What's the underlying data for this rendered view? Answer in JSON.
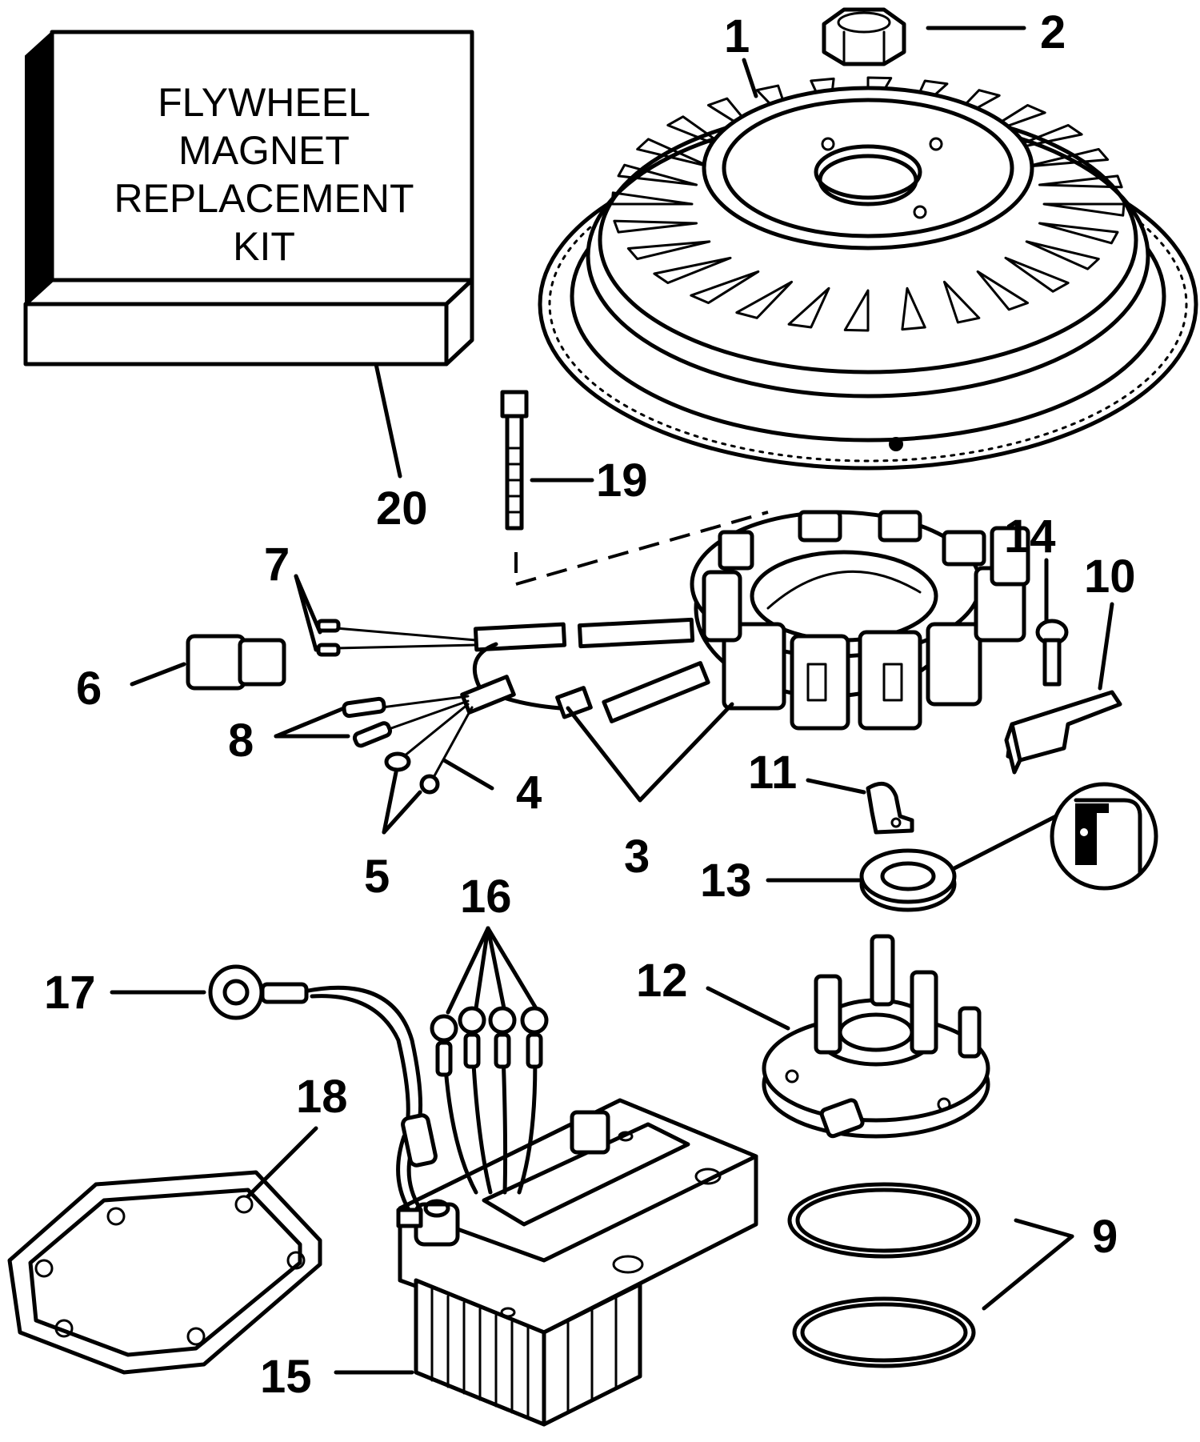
{
  "kit_box": {
    "line1": "FLYWHEEL",
    "line2": "MAGNET",
    "line3": "REPLACEMENT",
    "line4": "KIT"
  },
  "callouts": {
    "c1": "1",
    "c2": "2",
    "c3": "3",
    "c4": "4",
    "c5": "5",
    "c6": "6",
    "c7": "7",
    "c8": "8",
    "c9": "9",
    "c10": "10",
    "c11": "11",
    "c12": "12",
    "c13": "13",
    "c14": "14",
    "c15": "15",
    "c16": "16",
    "c17": "17",
    "c18": "18",
    "c19": "19",
    "c20": "20"
  }
}
